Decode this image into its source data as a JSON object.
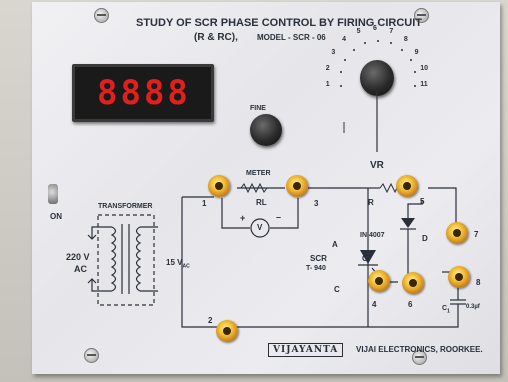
{
  "title": {
    "line1": "STUDY OF SCR PHASE CONTROL BY FIRING CIRCUIT",
    "line2": "(R & RC),",
    "model": "MODEL - SCR - 06"
  },
  "display": {
    "digits": "8888",
    "color": "#e0201c"
  },
  "fine_label": "FINE",
  "vr": {
    "label": "VR",
    "dial_numbers": [
      "1",
      "2",
      "3",
      "4",
      "5",
      "6",
      "7",
      "8",
      "9",
      "10",
      "11"
    ]
  },
  "switch_label": "ON",
  "transformer": {
    "label": "TRANSFORMER",
    "input": "220 V",
    "input_unit": "AC",
    "output": "15 V",
    "output_sub": "AC"
  },
  "meter": {
    "label": "METER",
    "resistor": "RL",
    "plus": "+",
    "minus": "–",
    "symbol": "V"
  },
  "components": {
    "r_label": "R",
    "diode_label": "IN 4007",
    "diode_d": "D",
    "scr_label": "SCR",
    "scr_part": "T- 940",
    "anode": "A",
    "gate": "G",
    "cathode": "C",
    "cap_label": "C",
    "cap_sub": "1",
    "cap_value": "0.3µf"
  },
  "terminals": [
    "1",
    "2",
    "3",
    "4",
    "5",
    "6",
    "7",
    "8"
  ],
  "brand": {
    "logo": "VIJAYANTA",
    "company": "VIJAI ELECTRONICS, ROORKEE."
  },
  "colors": {
    "panel": "#e9e9ed",
    "terminal": "#f0b030",
    "text": "#2a2f3a",
    "display_digits": "#e0201c"
  }
}
